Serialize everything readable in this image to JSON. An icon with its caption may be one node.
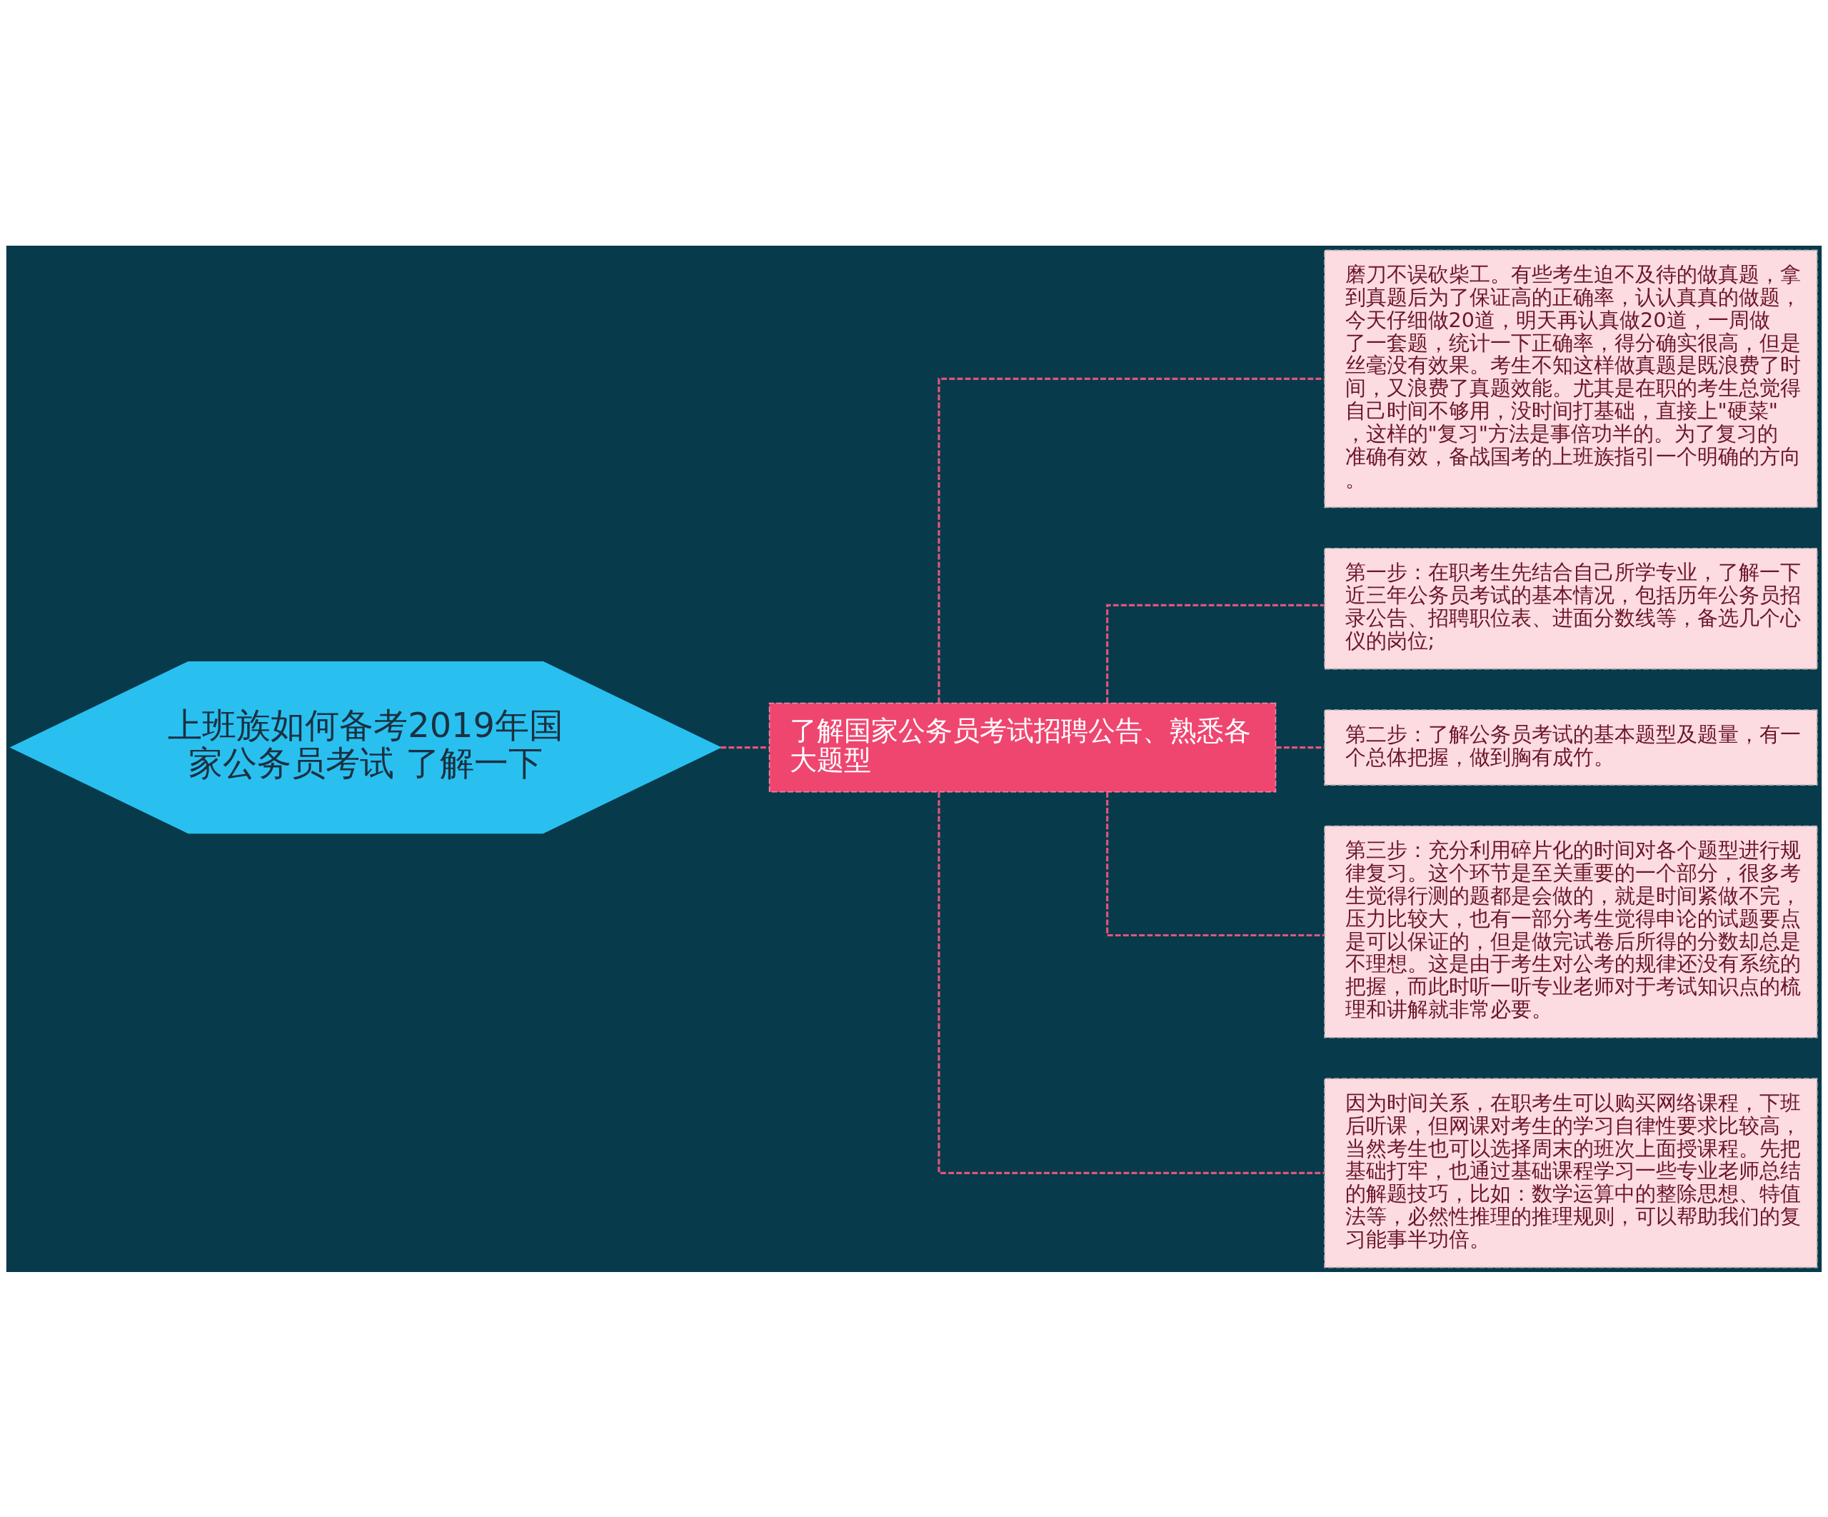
{
  "diagram": {
    "nodes": [
      {
        "text": [
          "上班族如何备考2019年国家公务员考试 了解一下"
        ]
      },
      {
        "text": [
          "了解国家公务员考试招聘公告、熟悉各大题型"
        ]
      },
      {
        "text": [
          "磨刀不误砍柴工。有些考生迫不及待的做真题，拿到真题后为了保证高的正确率，认认真真的做题，今天仔细做20道，明天再认真做20道，一周做了一套题，统计一下正确率，得分确实很高，但是丝毫没有效果。考生不知这样做真题是既浪费了时间，又浪费了真题效能。尤其是在职的考生总觉得自己时间不够用，没时间打基础，直接上\"硬菜\"，这样的\"复习\"方法是事倍功半的。为了复习的准确有效，备战国考的上班族指引一个明确的方向。"
        ]
      },
      {
        "text": [
          "第一步：在职考生先结合自己所学专业，了解一下近三年公务员考试的基本情况，包括历年公务员招录公告、招聘职位表、进面分数线等，备选几个心仪的岗位;"
        ]
      },
      {
        "text": [
          "第二步：了解公务员考试的基本题型及题量，有一个总体把握，做到胸有成竹。"
        ]
      },
      {
        "text": [
          "第三步：充分利用碎片化的时间对各个题型进行规律复习。这个环节是至关重要的一个部分，很多考生觉得行测的题都是会做的，就是时间紧做不完，压力比较大，也有一部分考生觉得申论的试题要点是可以保证的，但是做完试卷后所得的分数却总是不理想。这是由于考生对公考的规律还没有系统的把握，而此时听一听专业老师对于考试知识点的梳理和讲解就非常必要。"
        ]
      },
      {
        "text": [
          "因为时间关系，在职考生可以购买网络课程，下班后听课，但网课对考生的学习自律性要求比较高，当然考生也可以选择周末的班次上面授课程。先把基础打牢，也通过基础课程学习一些专业老师总结的解题技巧，比如：数学运算中的整除思想、特值法等，必然性推理的推理规则，可以帮助我们的复习能事半功倍。"
        ]
      }
    ],
    "edges": [
      {
        "from": 0,
        "to": 1,
        "arrow": "none",
        "style": "dashed"
      },
      {
        "from": 1,
        "to": 2,
        "arrow": "none",
        "style": "dashed"
      },
      {
        "from": 1,
        "to": 3,
        "arrow": "none",
        "style": "dashed"
      },
      {
        "from": 1,
        "to": 4,
        "arrow": "none",
        "style": "dashed"
      },
      {
        "from": 1,
        "to": 5,
        "arrow": "none",
        "style": "dashed"
      },
      {
        "from": 1,
        "to": 6,
        "arrow": "none",
        "style": "dashed"
      }
    ]
  }
}
